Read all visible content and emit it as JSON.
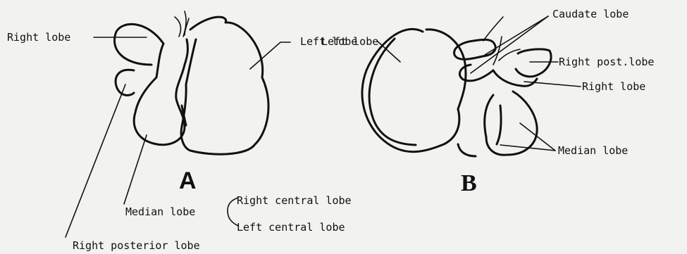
{
  "figure_a": {
    "letter": "A",
    "labels": {
      "right_lobe": "Right lobe",
      "left_lobe": "Left lobe",
      "median_lobe": "Median lobe",
      "right_central_lobe": "Right central lobe",
      "left_central_lobe": "Left central lobe",
      "right_posterior_lobe": "Right posterior lobe"
    }
  },
  "figure_b": {
    "letter": "B",
    "labels": {
      "left_lobe": "Left lobe",
      "caudate_lobe": "Caudate lobe",
      "right_post_lobe": "Right post.lobe",
      "right_lobe": "Right lobe",
      "median_lobe": "Median lobe"
    }
  }
}
